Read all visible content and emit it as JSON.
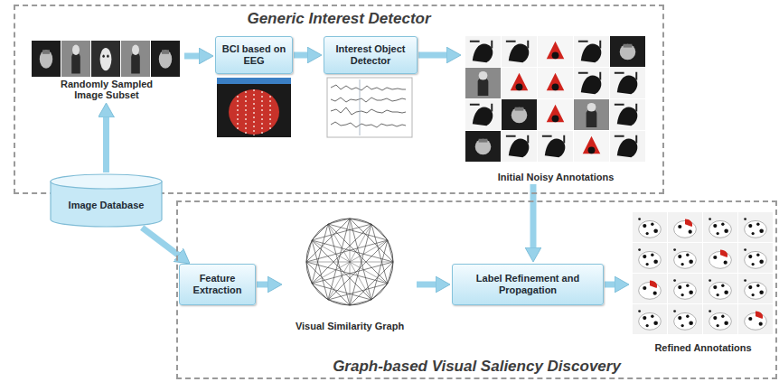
{
  "diagram": {
    "nodes": [
      {
        "text": [
          "Generic Interest Detector"
        ]
      },
      {
        "text": [
          "Randomly Sampled Image Subset"
        ],
        "in": 0
      },
      {
        "text": [
          "BCI based on EEG"
        ],
        "in": 0
      },
      {
        "text": [
          "Interest Object Detector"
        ],
        "in": 0
      },
      {
        "text": [
          "Initial Noisy Annotations"
        ],
        "in": 0
      },
      {
        "text": [
          "Image Database"
        ]
      },
      {
        "text": [
          "Graph-based Visual Saliency Discovery"
        ]
      },
      {
        "text": [
          "Feature Extraction"
        ],
        "in": 6
      },
      {
        "text": [
          "Visual Similarity Graph"
        ],
        "in": 6
      },
      {
        "text": [
          "Label Refinement and Propagation"
        ],
        "in": 6
      },
      {
        "text": [
          "Refined Annotations"
        ],
        "in": 6
      }
    ],
    "edges": [
      {
        "from": 5,
        "to": 1,
        "arrow": "to"
      },
      {
        "from": 1,
        "to": 2,
        "arrow": "to"
      },
      {
        "from": 2,
        "to": 3,
        "arrow": "to"
      },
      {
        "from": 3,
        "to": 4,
        "arrow": "to"
      },
      {
        "from": 5,
        "to": 7,
        "arrow": "to"
      },
      {
        "from": 7,
        "to": 8,
        "arrow": "to"
      },
      {
        "from": 8,
        "to": 9,
        "arrow": "to"
      },
      {
        "from": 4,
        "to": 9,
        "arrow": "to"
      },
      {
        "from": 9,
        "to": 10,
        "arrow": "to"
      }
    ]
  }
}
